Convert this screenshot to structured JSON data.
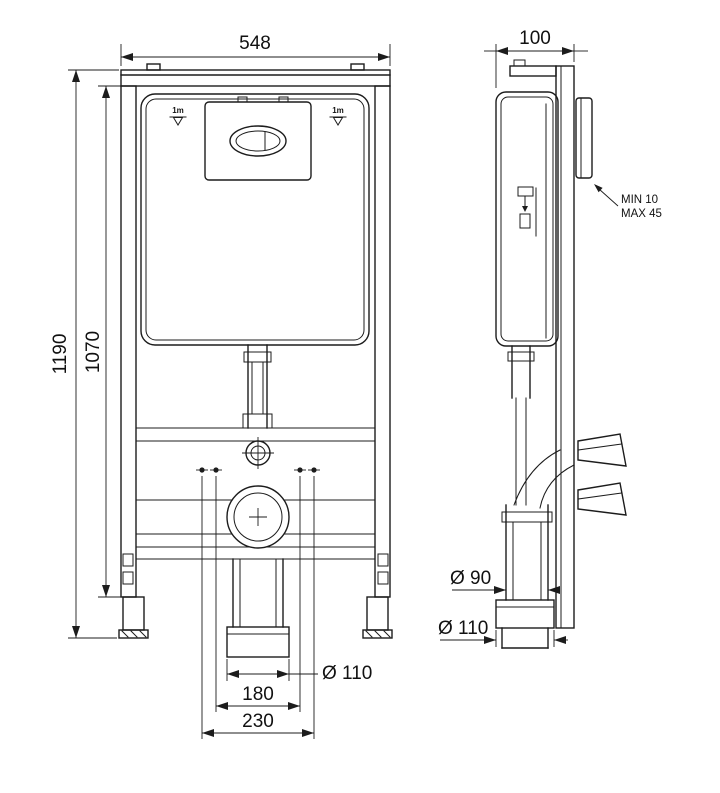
{
  "drawing": {
    "front_view": {
      "dim_width": "548",
      "dim_total_height": "1190",
      "dim_frame_height": "1070",
      "dim_outlet_diameter": "Ø 110",
      "dim_fixing_spacing": "180",
      "dim_outer_spacing": "230",
      "level_mark": "1m"
    },
    "side_view": {
      "dim_depth": "100",
      "plate_note_line1": "MIN  10",
      "plate_note_line2": "MAX 45",
      "dim_trap_diameter": "Ø 90",
      "dim_outlet_diameter": "Ø 110"
    },
    "colors": {
      "line": "#1c1c1c",
      "text": "#111111",
      "background": "#ffffff"
    }
  }
}
